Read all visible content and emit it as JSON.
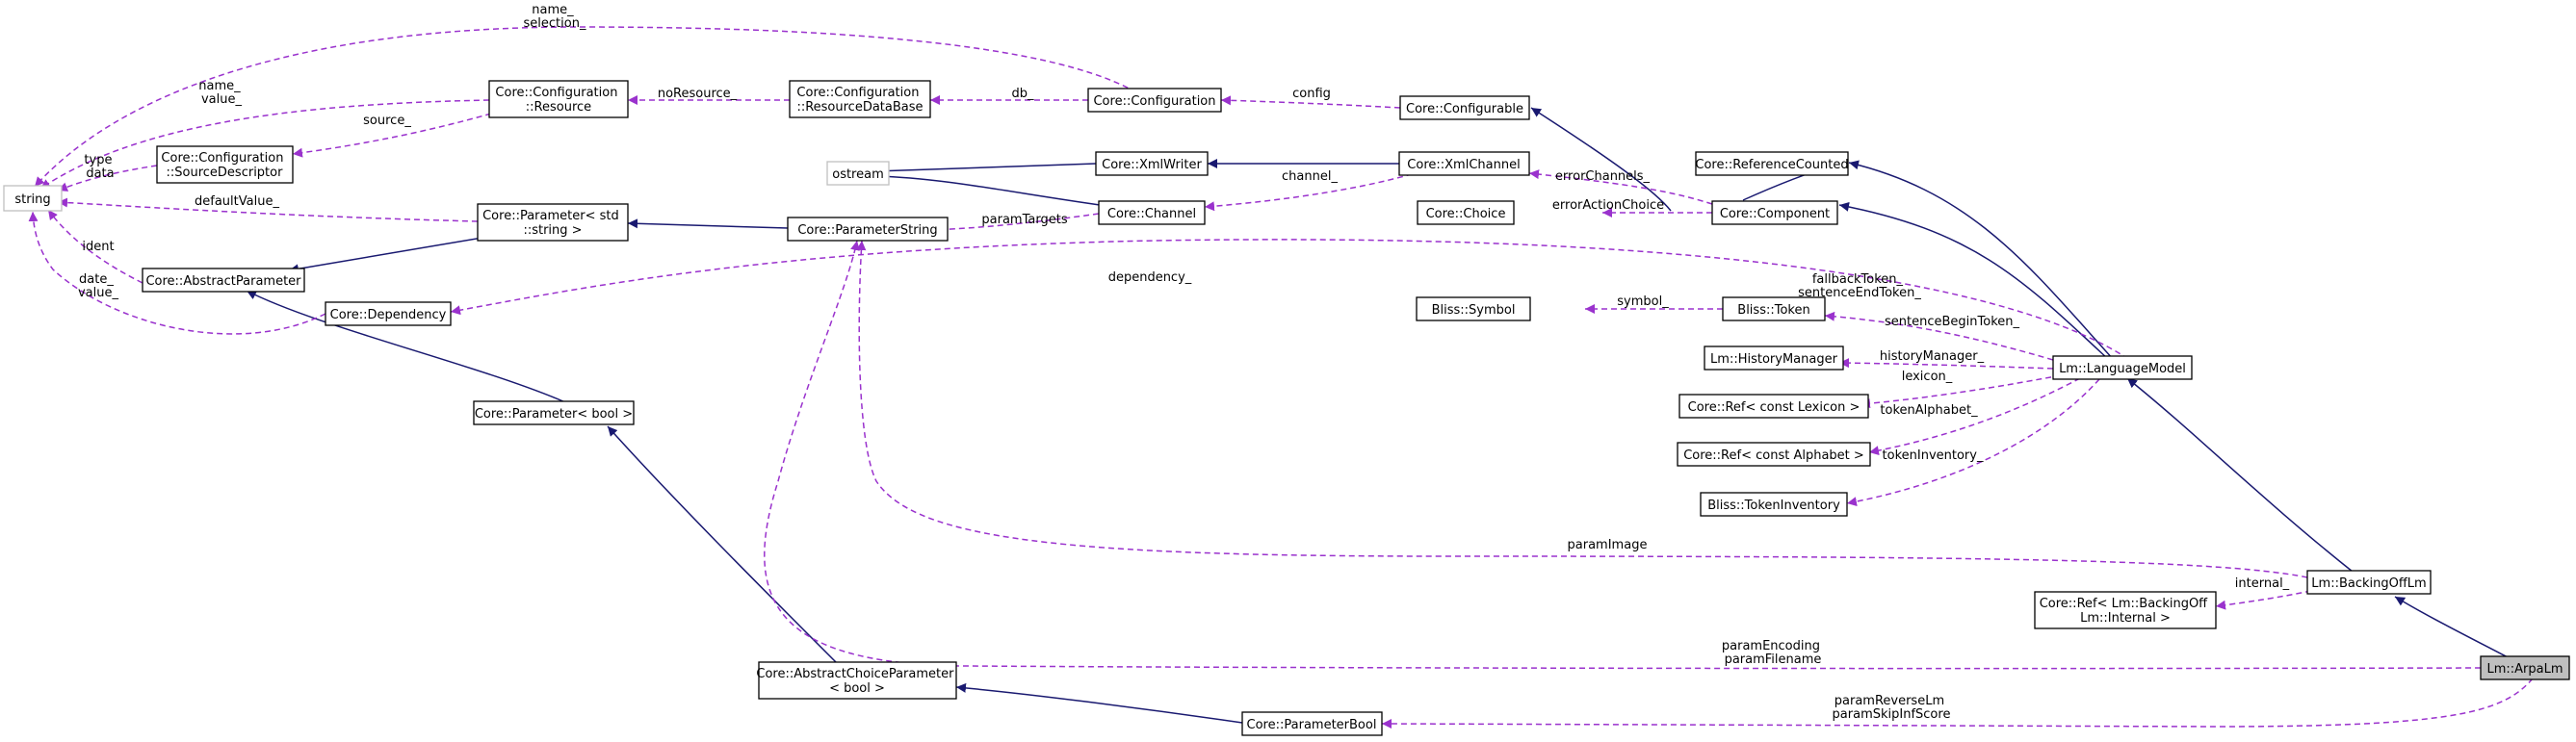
{
  "diagram": {
    "nodes": {
      "string": "string",
      "ostream": "ostream",
      "cfg_resource": [
        "Core::Configuration",
        "::Resource"
      ],
      "cfg_resdb": [
        "Core::Configuration",
        "::ResourceDataBase"
      ],
      "cfg_srcdesc": [
        "Core::Configuration",
        "::SourceDescriptor"
      ],
      "configuration": "Core::Configuration",
      "configurable": "Core::Configurable",
      "xmlwriter": "Core::XmlWriter",
      "xmlchannel": "Core::XmlChannel",
      "refcounted": "Core::ReferenceCounted",
      "param_string_t": [
        "Core::Parameter< std",
        "::string >"
      ],
      "parameterstring": "Core::ParameterString",
      "channel": "Core::Channel",
      "choice": "Core::Choice",
      "component": "Core::Component",
      "abstractparameter": "Core::AbstractParameter",
      "dependency": "Core::Dependency",
      "bliss_symbol": "Bliss::Symbol",
      "bliss_token": "Bliss::Token",
      "historymanager": "Lm::HistoryManager",
      "languagemodel": "Lm::LanguageModel",
      "ref_lexicon": "Core::Ref< const Lexicon >",
      "ref_alphabet": "Core::Ref< const Alphabet >",
      "tokeninventory": "Bliss::TokenInventory",
      "param_bool_t": "Core::Parameter< bool >",
      "backingofflm": "Lm::BackingOffLm",
      "ref_internal": [
        "Core::Ref< Lm::BackingOff",
        "Lm::Internal >"
      ],
      "abstractchoice": [
        "Core::AbstractChoiceParameter",
        "< bool >"
      ],
      "parameterbool": "Core::ParameterBool",
      "arpalm": "Lm::ArpaLm"
    },
    "edge_labels": {
      "name_selection": [
        "name_",
        "selection_"
      ],
      "name_value": [
        "name_",
        "value_"
      ],
      "type_data": [
        "type",
        "data"
      ],
      "source": "source_",
      "noresource": "noResource_",
      "db": "db_",
      "config": "config",
      "defaultvalue": "defaultValue_",
      "ident": "ident",
      "date_value": [
        "date_",
        "value_"
      ],
      "paramtargets": "paramTargets",
      "channel": "channel_",
      "errorchannels": "errorChannels_",
      "erroractionchoice": "errorActionChoice",
      "dependency": "dependency_",
      "fallback_sentenceend": [
        "fallbackToken_",
        "sentenceEndToken_"
      ],
      "symbol": "symbol_",
      "sentencebegintoken": "sentenceBeginToken_",
      "historymanager": "historyManager_",
      "lexicon": "lexicon_",
      "tokenalphabet": "tokenAlphabet_",
      "tokeninventory": "tokenInventory_",
      "paramimage": "paramImage",
      "internal": "internal_",
      "paramencoding_filename": [
        "paramEncoding",
        "paramFilename"
      ],
      "reverselm_skipinfscore": [
        "paramReverseLm",
        "paramSkipInfScore"
      ]
    }
  }
}
